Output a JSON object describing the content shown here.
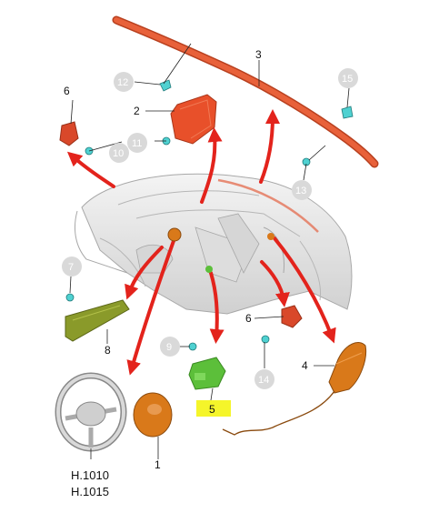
{
  "callouts": {
    "c1": "1",
    "c2": "2",
    "c3": "3",
    "c4": "4",
    "c5": "5",
    "c6a": "6",
    "c6b": "6",
    "c7": "7",
    "c8": "8",
    "c9": "9",
    "c10": "10",
    "c11": "11",
    "c12": "12",
    "c13": "13",
    "c14": "14",
    "c15": "15"
  },
  "codes": {
    "first": "H.1010",
    "second": "H.1015"
  },
  "colors": {
    "airbag_orange": "#e8502a",
    "curtain_red": "#e05a3a",
    "knee_olive": "#8a9a2a",
    "module_green": "#5cbf3a",
    "highlight_yellow": "#f5f52a",
    "arrow_red": "#e3231c",
    "clip_teal": "#4fd1d1",
    "ghost_circle": "#d9d9d9"
  }
}
